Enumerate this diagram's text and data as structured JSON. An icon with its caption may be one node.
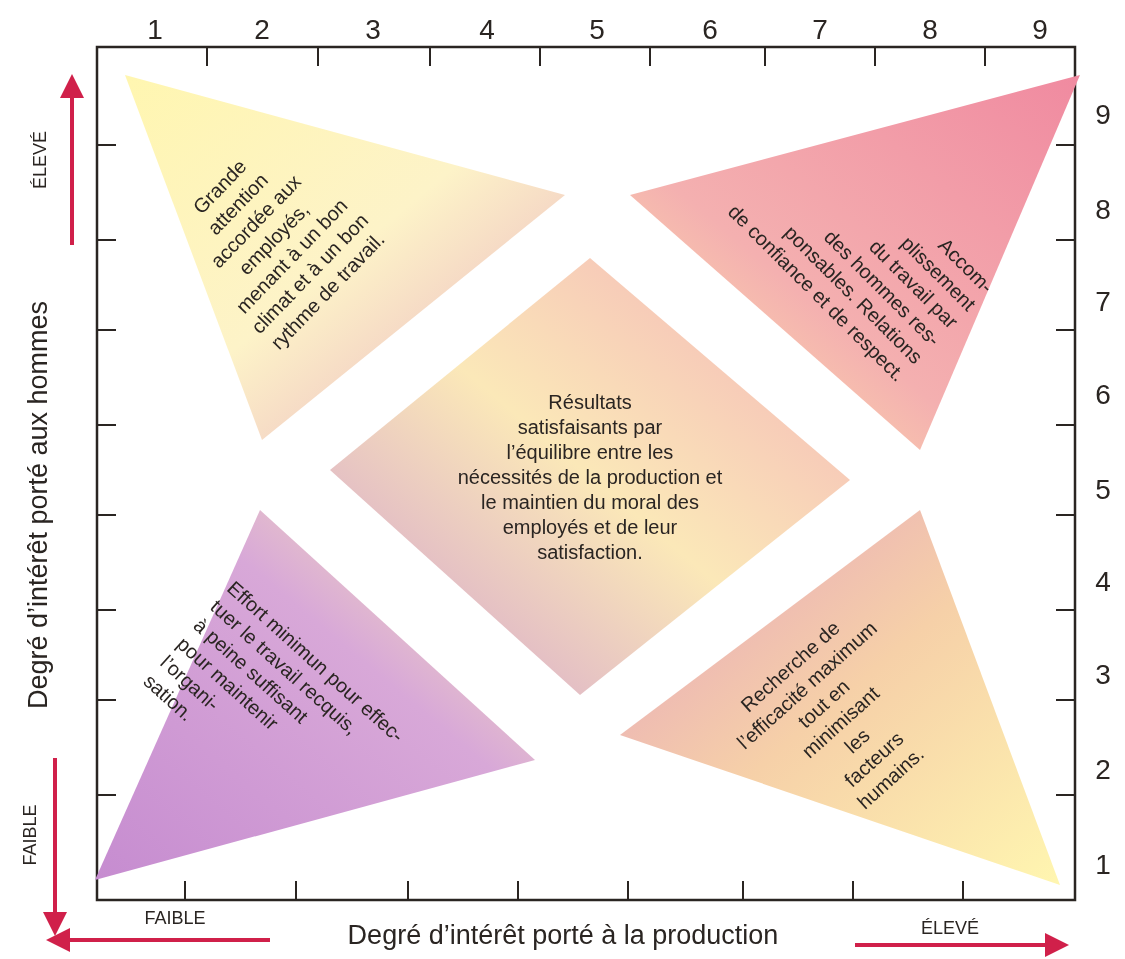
{
  "diagram": {
    "nodes": [
      {
        "text": [
          "Grande attention accordée aux employés, menant à un bon climat et à un bon rythme de travail."
        ]
      },
      {
        "text": [
          "Accom- plissement du travail par des hommes res- ponsables. Relations de confiance et de respect."
        ]
      },
      {
        "text": [
          "Résultats satisfaisants par l’équilibre entre les nécessités de la production et le maintien du moral des employés et de leur satisfaction."
        ]
      },
      {
        "text": [
          "Effort minimun pour effec- tuer le travail recquis, à peine suffisant pour maintenir l’organi- sation."
        ]
      },
      {
        "text": [
          "Recherche de l’efficacité maximum tout en minimisant les facteurs humains."
        ]
      }
    ],
    "labels": [
      "1",
      "2",
      "3",
      "4",
      "5",
      "6",
      "7",
      "8",
      "9",
      "9",
      "8",
      "7",
      "6",
      "5",
      "4",
      "3",
      "2",
      "1",
      "ÉLEVÉ",
      "Degré d’intérêt porté aux hommes",
      "FAIBLE",
      "FAIBLE",
      "Degré d’intérêt porté à la production",
      "ÉLEVÉ"
    ]
  }
}
